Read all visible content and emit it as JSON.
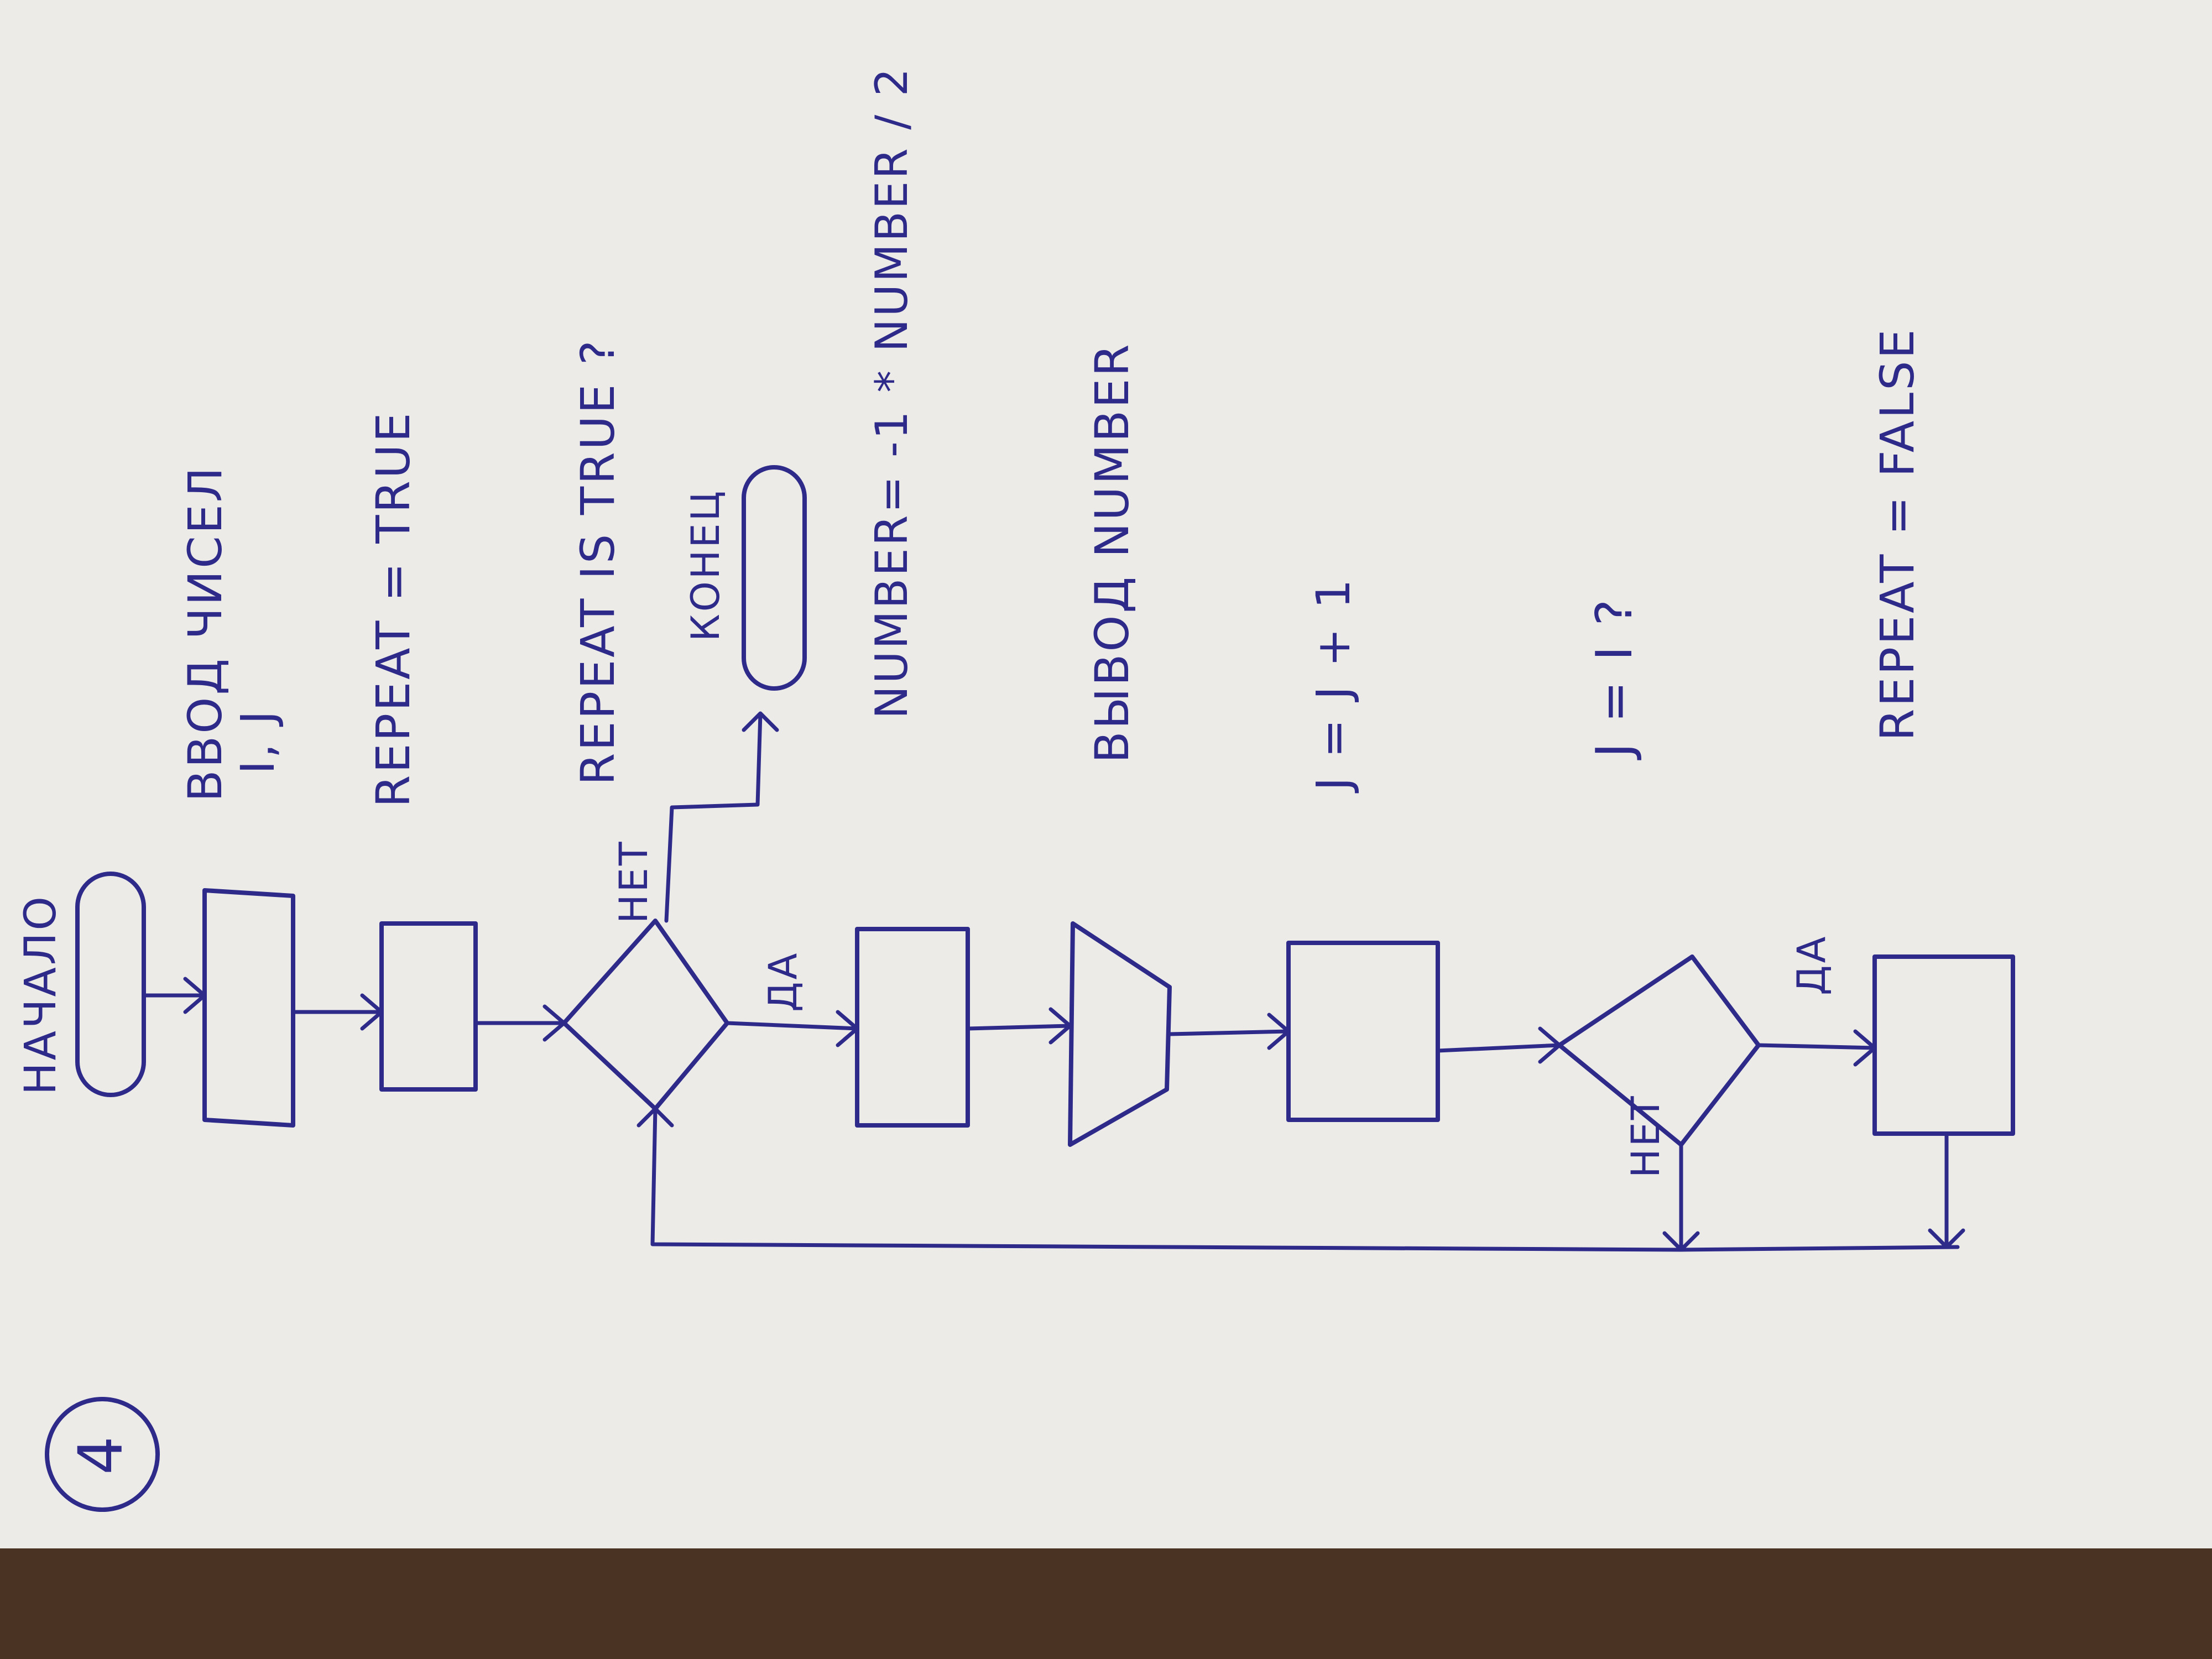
{
  "page_number": "4",
  "colors": {
    "ink": "#2e2a8a",
    "paper": "#ecebe8",
    "table": "#4a3322"
  },
  "blocks": {
    "start": "НАЧАЛО",
    "input_line1": "ВВОД ЧИСЕЛ",
    "input_line2": "I, J",
    "set_repeat_true": "REPEAT = TRUE",
    "condition_repeat": "REPEAT IS TRUE ?",
    "end": "КОНЕЦ",
    "calc_number": "NUMBER= -1 * NUMBER / 2",
    "output_number": "ВЫВОД NUMBER",
    "increment_j": "J = J + 1",
    "condition_j": "J = I ?",
    "set_repeat_false": "REPEAT = FALSE"
  },
  "labels": {
    "no_1": "НЕТ",
    "yes_1": "ДА",
    "yes_2": "ДА",
    "no_2": "НЕТ"
  }
}
